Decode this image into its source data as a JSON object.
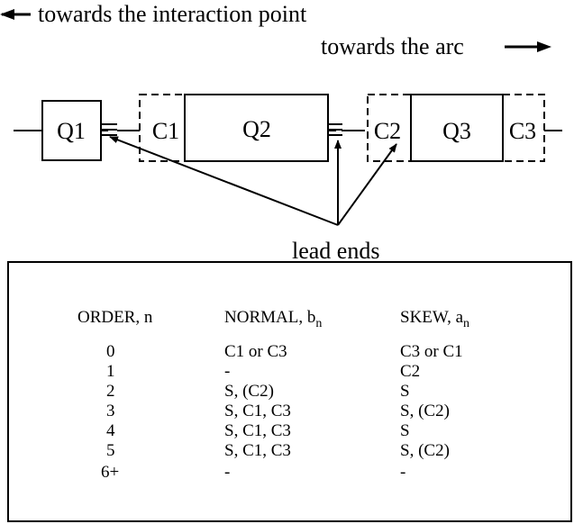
{
  "directions": {
    "left": "towards the interaction point",
    "right": "towards the arc"
  },
  "magnets": {
    "q1": "Q1",
    "q2": "Q2",
    "q3": "Q3",
    "c1": "C1",
    "c2": "C2",
    "c3": "C3"
  },
  "lead_ends_label": "lead ends",
  "table": {
    "headers": {
      "order": "ORDER, n",
      "normal": "NORMAL, b",
      "normal_sub": "n",
      "skew": "SKEW, a",
      "skew_sub": "n"
    },
    "rows": [
      {
        "order": "0",
        "normal": "C1 or C3",
        "skew": "C3 or C1"
      },
      {
        "order": "1",
        "normal": "-",
        "skew": "C2"
      },
      {
        "order": "2",
        "normal": "S, (C2)",
        "skew": "S"
      },
      {
        "order": "3",
        "normal": "S, C1, C3",
        "skew": "S, (C2)"
      },
      {
        "order": "4",
        "normal": "S, C1, C3",
        "skew": "S"
      },
      {
        "order": "5",
        "normal": "S, C1, C3",
        "skew": "S, (C2)"
      },
      {
        "order": "6+",
        "normal": "-",
        "skew": "-"
      }
    ]
  }
}
